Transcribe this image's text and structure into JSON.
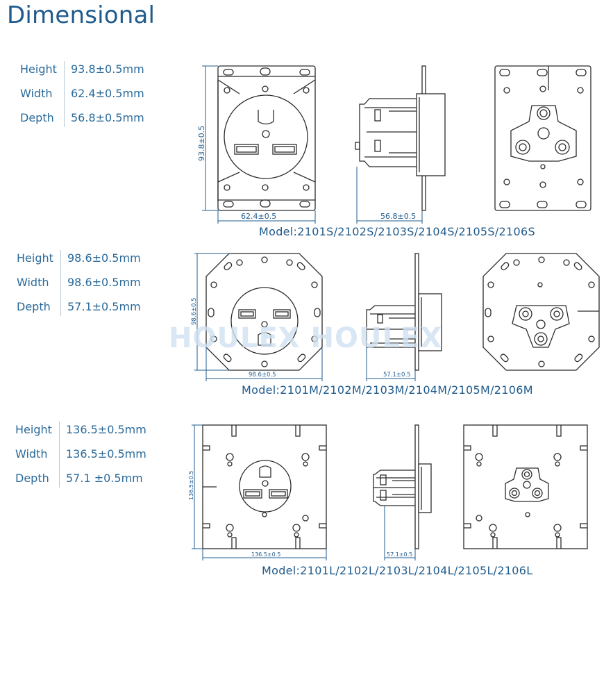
{
  "title": "Dimensional",
  "watermark": "HOULEX HOULEX",
  "sections": [
    {
      "specs": [
        {
          "label": "Height",
          "value": "93.8±0.5mm"
        },
        {
          "label": "Width",
          "value": "62.4±0.5mm"
        },
        {
          "label": "Depth",
          "value": "56.8±0.5mm"
        }
      ],
      "dims": {
        "height": "93.8±0.5",
        "width": "62.4±0.5",
        "depth": "56.8±0.5"
      },
      "model": "Model:2101S/2102S/2103S/2104S/2105S/2106S"
    },
    {
      "specs": [
        {
          "label": "Height",
          "value": "98.6±0.5mm"
        },
        {
          "label": "Width",
          "value": "98.6±0.5mm"
        },
        {
          "label": "Depth",
          "value": "57.1±0.5mm"
        }
      ],
      "dims": {
        "height": "98.6±0.5",
        "width": "98.6±0.5",
        "depth": "57.1±0.5"
      },
      "model": "Model:2101M/2102M/2103M/2104M/2105M/2106M"
    },
    {
      "specs": [
        {
          "label": "Height",
          "value": "136.5±0.5mm"
        },
        {
          "label": "Width",
          "value": "136.5±0.5mm"
        },
        {
          "label": "Depth",
          "value": "57.1  ±0.5mm"
        }
      ],
      "dims": {
        "height": "136.5±0.5",
        "width": "136.5±0.5",
        "depth": "57.1±0.5"
      },
      "model": "Model:2101L/2102L/2103L/2104L/2105L/2106L"
    }
  ],
  "colors": {
    "title": "#1f5b8c",
    "text": "#2a6a9a",
    "line": "#2b2b2b",
    "dimension": "#1f5b8c",
    "watermark": "#cfe0f1"
  }
}
